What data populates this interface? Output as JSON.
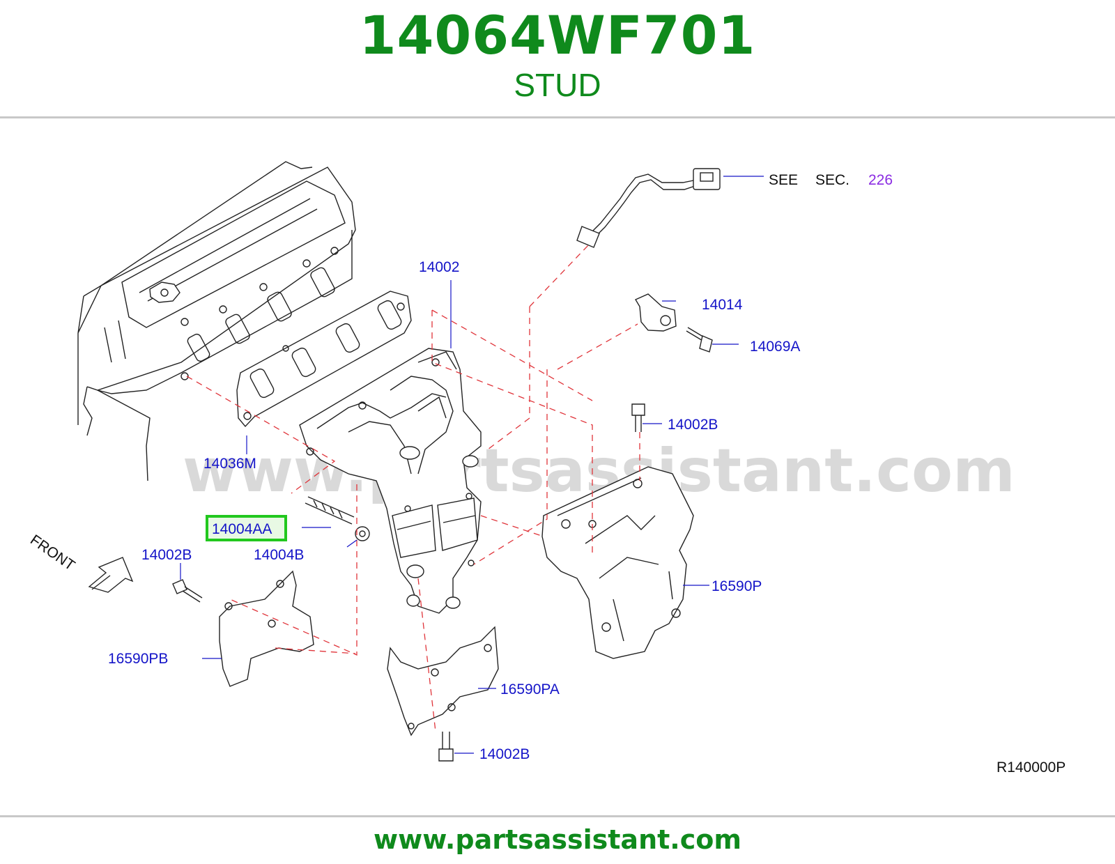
{
  "header": {
    "part_number": "14064WF701",
    "part_name": "STUD"
  },
  "diagram": {
    "watermark": "www.partsassistant.com",
    "front_label": "FRONT",
    "see_label": "SEE",
    "sec_label": "SEC.",
    "sec_number": "226",
    "drawing_code": "R140000P",
    "highlighted_callout": "14004AA",
    "callouts": {
      "c14002": "14002",
      "c14014": "14014",
      "c14069A": "14069A",
      "c14002B_right": "14002B",
      "c14036M": "14036M",
      "c14004AA": "14004AA",
      "c14004B": "14004B",
      "c14002B_left": "14002B",
      "c16590P": "16590P",
      "c16590PB": "16590PB",
      "c16590PA": "16590PA",
      "c14002B_bottom": "14002B"
    },
    "colors": {
      "title": "#0f8a1c",
      "callout": "#1414c8",
      "section_ref": "#8a2be2",
      "highlight": "#22c81e",
      "dashed_lines": "#e0343a"
    }
  },
  "footer": {
    "url": "www.partsassistant.com"
  }
}
